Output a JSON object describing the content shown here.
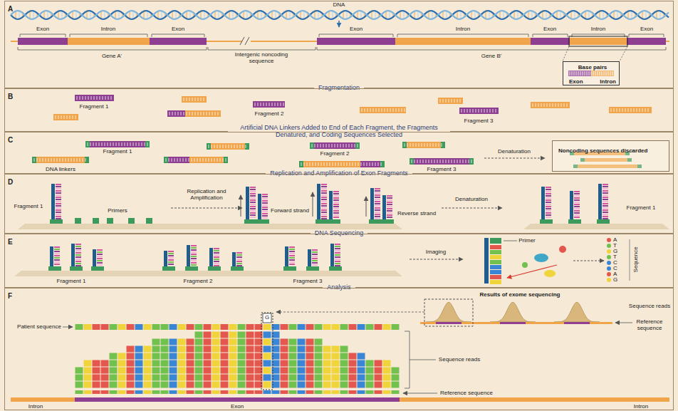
{
  "diagram": {
    "nodes": [
      {
        "text": [
          "A"
        ]
      },
      {
        "text": [
          "Base pairs",
          "Exon",
          "Intron"
        ],
        "in": 0
      },
      {
        "text": [
          "Fragmentation"
        ]
      },
      {
        "text": [
          "B"
        ]
      },
      {
        "text": [
          "Artificial DNA Linkers Added to End of Each Fragment, the Fragments Denatured, and Coding Sequences Selected"
        ]
      },
      {
        "text": [
          "C"
        ]
      },
      {
        "text": [
          "Noncoding sequences discarded"
        ],
        "in": 5
      },
      {
        "text": [
          "Replication and Amplification of Exon Fragments"
        ]
      },
      {
        "text": [
          "D"
        ]
      },
      {
        "text": [
          "DNA Sequencing"
        ]
      },
      {
        "text": [
          "E"
        ]
      },
      {
        "text": [
          "Analysis"
        ]
      },
      {
        "text": [
          "F"
        ]
      }
    ],
    "labels": [
      "DNA",
      "Exon",
      "Intron",
      "Exon",
      "Exon",
      "Intron",
      "Exon",
      "Intron",
      "Exon",
      "Gene A'",
      "Intergenic noncoding sequence",
      "Gene B'",
      "Fragment 1",
      "Fragment 2",
      "Fragment 3",
      "Fragment 1",
      "DNA linkers",
      "Fragment 2",
      "Fragment 3",
      "Denaturation",
      "Fragment 1",
      "Primers",
      "Replication and Amplification",
      "Forward strand",
      "Reverse strand",
      "Denaturation",
      "Fragment 1",
      "Fragment 1",
      "Fragment 2",
      "Fragment 3",
      "Imaging",
      "Primer",
      "Sequence",
      "Results of exome sequencing",
      "Sequence reads",
      "Reference sequence",
      "Patient sequence",
      "G",
      "Sequence reads",
      "Reference sequence",
      "Intron",
      "Exon",
      "Intron"
    ],
    "legend": [
      {
        "text": "A",
        "color": "#e4574f"
      },
      {
        "text": "T",
        "color": "#72c04e"
      },
      {
        "text": "G",
        "color": "#f0d43c"
      },
      {
        "text": "T",
        "color": "#72c04e"
      },
      {
        "text": "C",
        "color": "#3a86d4"
      },
      {
        "text": "C",
        "color": "#3a86d4"
      },
      {
        "text": "A",
        "color": "#e4574f"
      },
      {
        "text": "G",
        "color": "#f0d43c"
      }
    ]
  }
}
